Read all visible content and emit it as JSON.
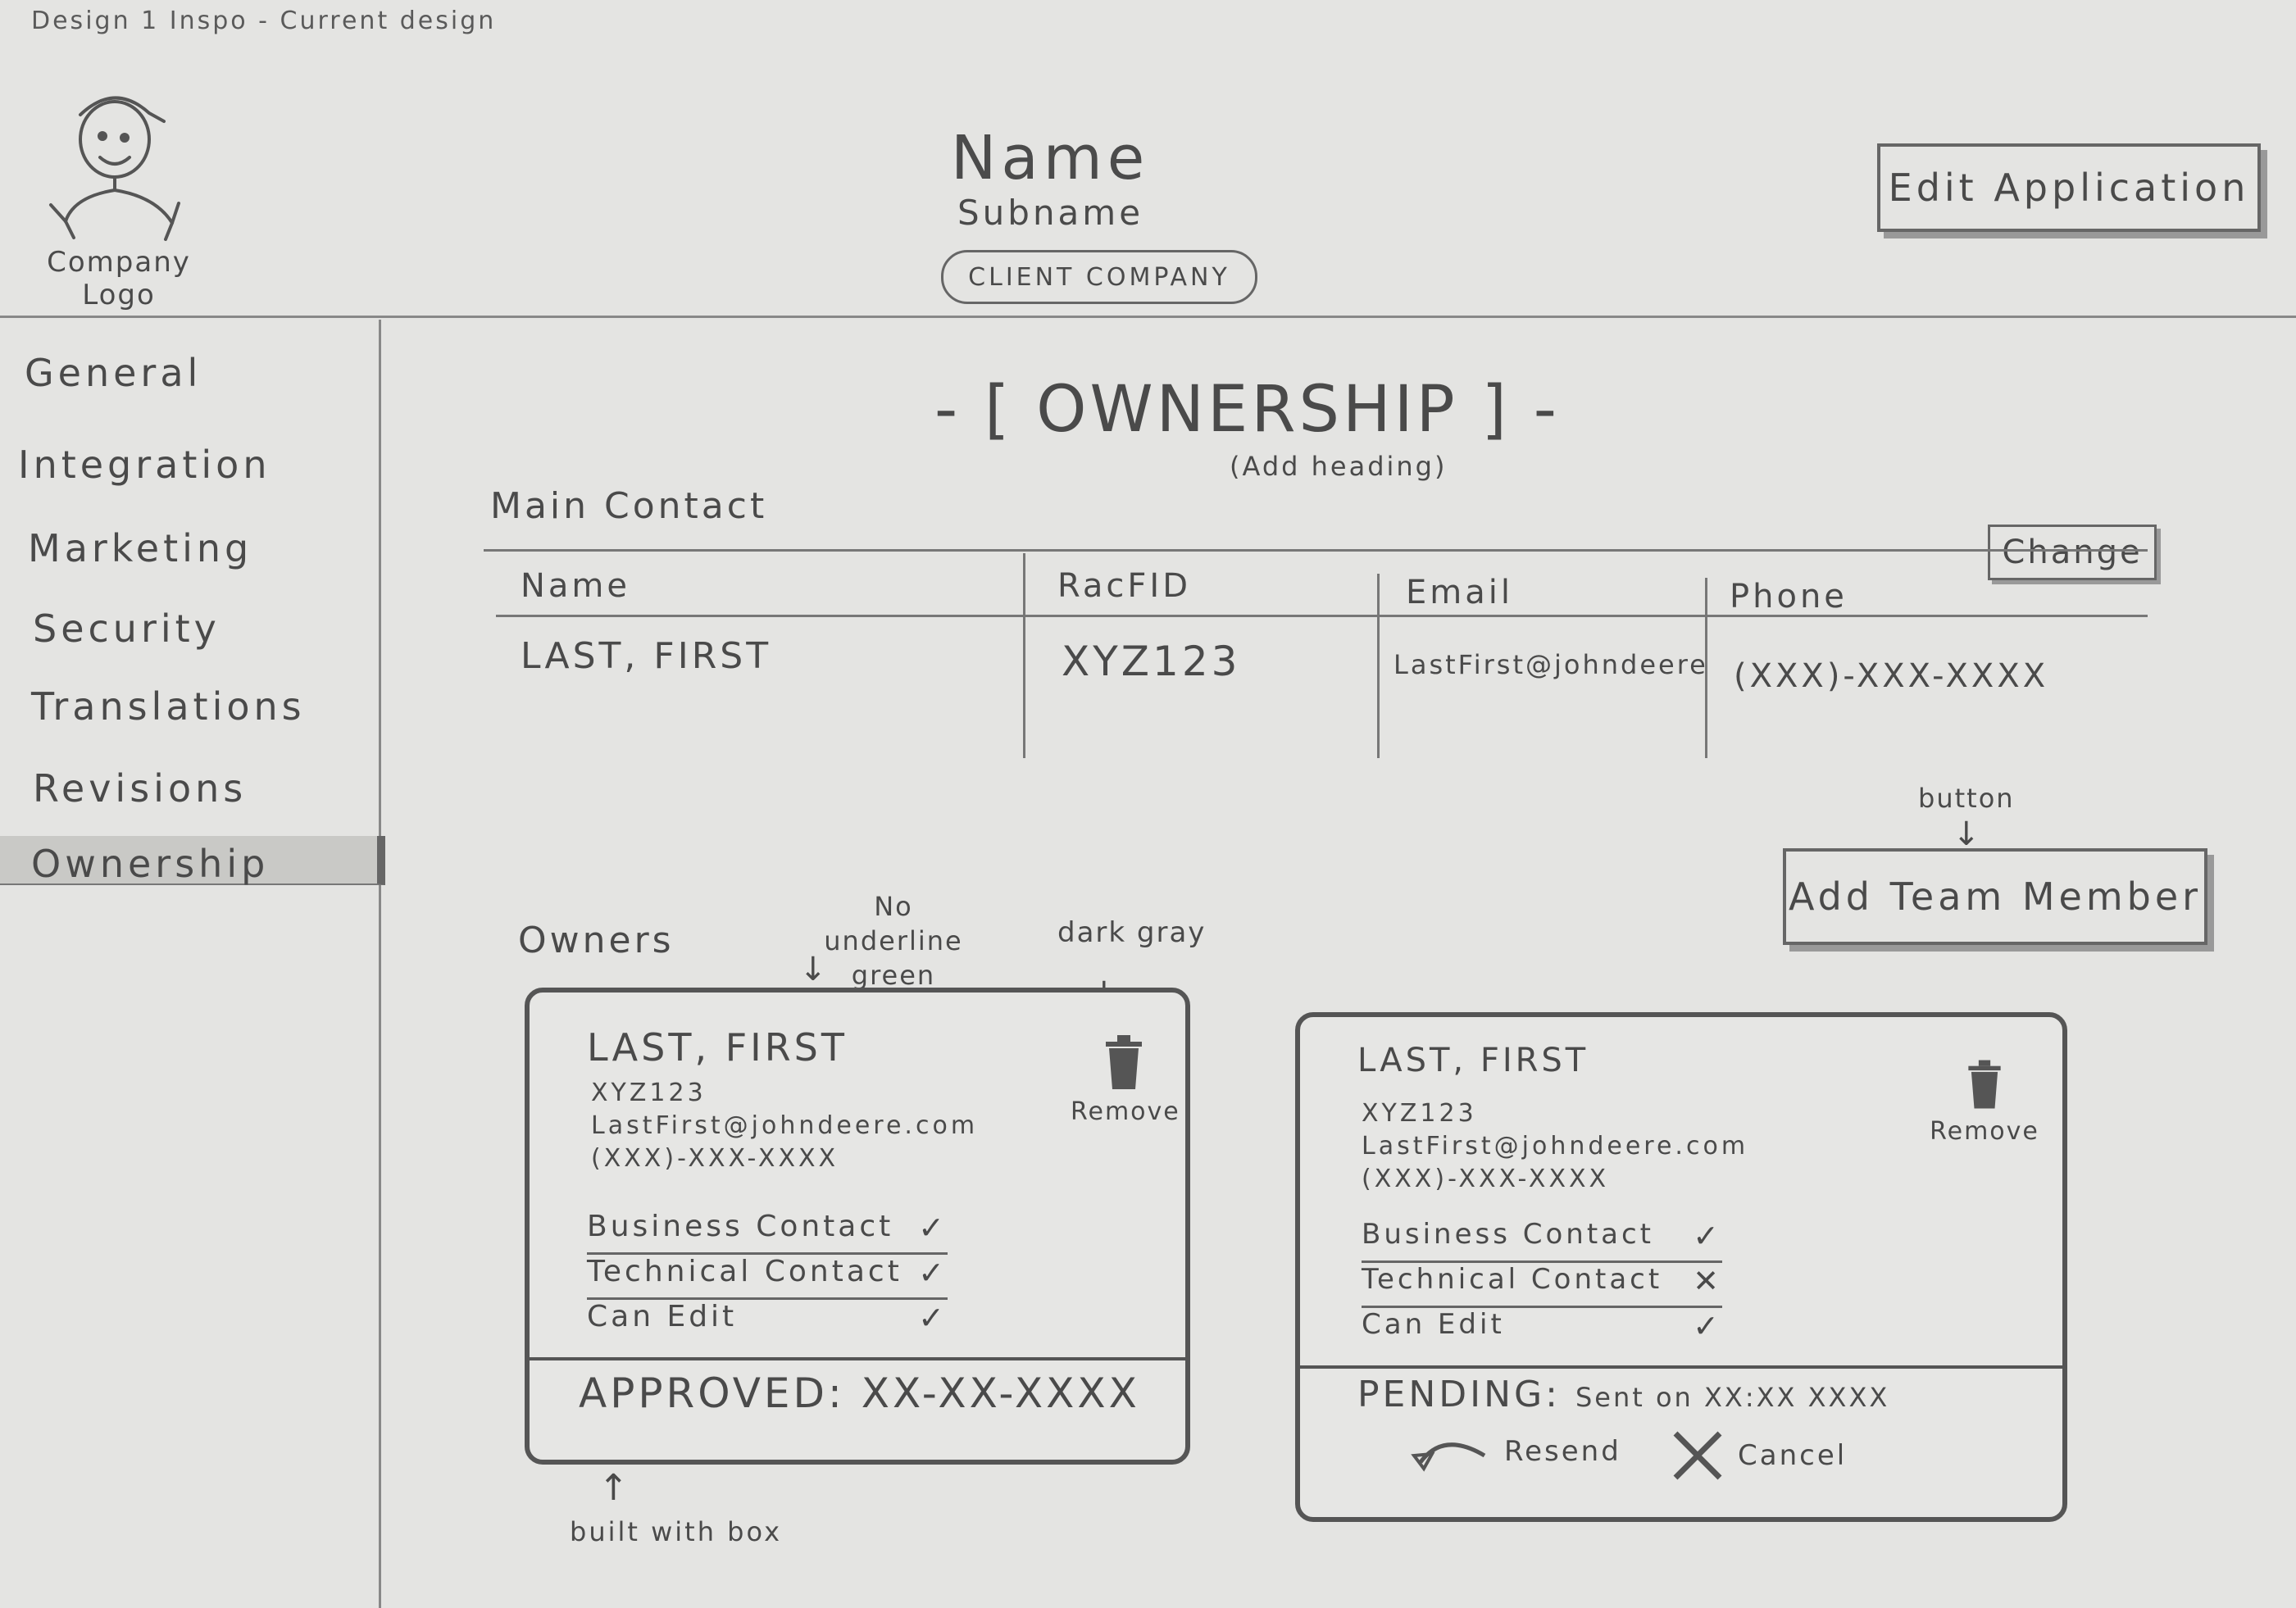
{
  "caption": "Design 1   Inspo - Current   design",
  "header": {
    "logo_label": "Company Logo",
    "name": "Name",
    "subname": "Subname",
    "client_badge": "CLIENT COMPANY",
    "edit_button": "Edit Application"
  },
  "sidebar": {
    "items": [
      {
        "label": "General"
      },
      {
        "label": "Integration"
      },
      {
        "label": "Marketing"
      },
      {
        "label": "Security"
      },
      {
        "label": "Translations"
      },
      {
        "label": "Revisions"
      },
      {
        "label": "Ownership",
        "active": true
      }
    ]
  },
  "section": {
    "heading": "- [ OWNERSHIP ] -",
    "heading_note": "(Add heading)"
  },
  "main_contact": {
    "label": "Main Contact",
    "change_button": "Change",
    "columns": [
      "Name",
      "RacFID",
      "Email",
      "Phone"
    ],
    "row": [
      "LAST, FIRST",
      "XYZ123",
      "LastFirst@johndeere",
      "(XXX)-XXX-XXXX"
    ]
  },
  "add_team": {
    "note": "button",
    "arrow": "↓",
    "button": "Add Team Member"
  },
  "owners": {
    "label": "Owners",
    "annotations": {
      "green_note": "No underline green",
      "gray_note": "dark gray",
      "box_note": "built with box",
      "down_arrow": "↓",
      "up_arrow": "↑"
    },
    "cards": [
      {
        "name": "LAST, FIRST",
        "id": "XYZ123",
        "email": "LastFirst@johndeere.com",
        "phone": "(XXX)-XXX-XXXX",
        "remove": "Remove",
        "permissions": [
          {
            "label": "Business Contact",
            "mark": "✓"
          },
          {
            "label": "Technical Contact",
            "mark": "✓"
          },
          {
            "label": "Can Edit",
            "mark": "✓"
          }
        ],
        "status": "APPROVED: XX-XX-XXXX"
      },
      {
        "name": "LAST, FIRST",
        "id": "XYZ123",
        "email": "LastFirst@johndeere.com",
        "phone": "(XXX)-XXX-XXXX",
        "remove": "Remove",
        "permissions": [
          {
            "label": "Business Contact",
            "mark": "✓"
          },
          {
            "label": "Technical Contact",
            "mark": "✕"
          },
          {
            "label": "Can Edit",
            "mark": "✓"
          }
        ],
        "status": "PENDING:",
        "status_detail": "Sent on XX:XX XXXX",
        "resend": "Resend",
        "cancel": "Cancel"
      }
    ]
  }
}
